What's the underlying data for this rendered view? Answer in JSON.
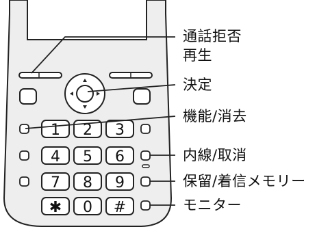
{
  "callouts": {
    "call_reject": "通話拒否",
    "play": "再生",
    "enter": "決定",
    "function_delete": "機能/消去",
    "intercom_cancel": "内線/取消",
    "hold_ringer_off_memory": "保留/着信メモリー",
    "monitor": "モニター"
  },
  "keypad": {
    "row1": [
      "1",
      "2",
      "3"
    ],
    "row2": [
      "4",
      "5",
      "6"
    ],
    "row3": [
      "7",
      "8",
      "9"
    ],
    "row4": [
      "✱",
      "0",
      "#"
    ]
  },
  "colors": {
    "body": "#eeeeee",
    "outline": "#222222",
    "key": "#ffffff"
  }
}
